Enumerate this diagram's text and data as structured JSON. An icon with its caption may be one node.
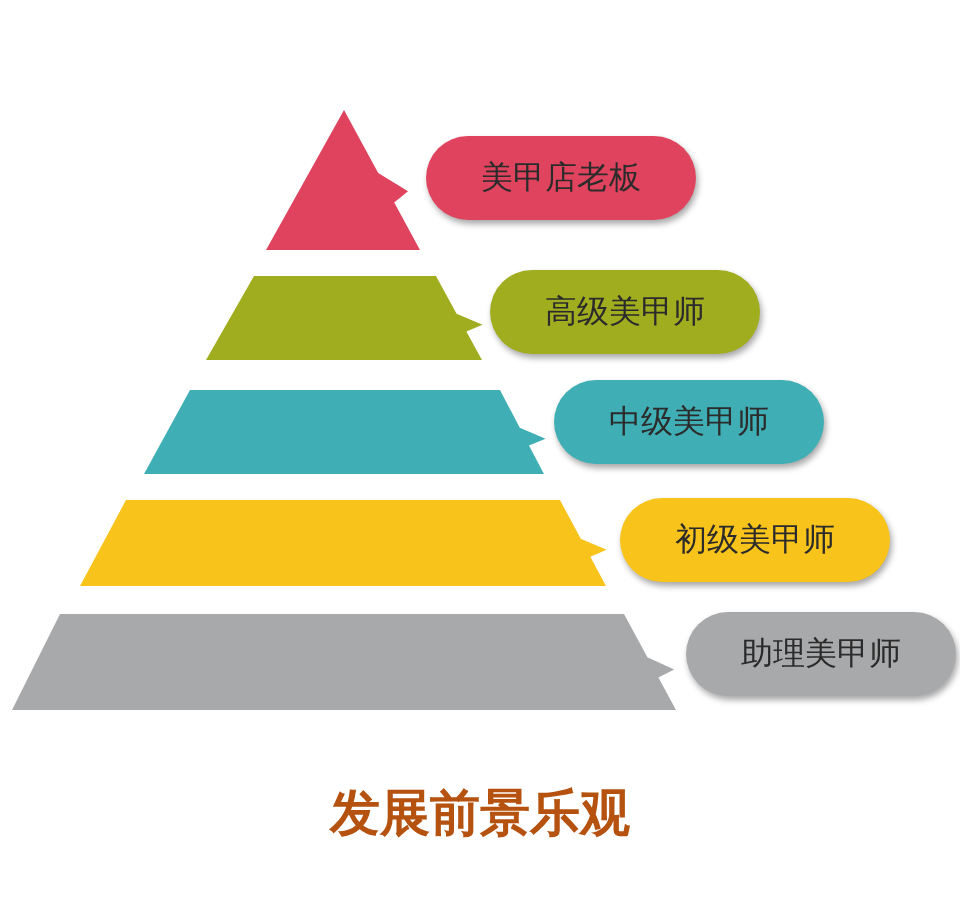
{
  "diagram": {
    "caption": "发展前景乐观",
    "nodes": [
      {
        "text": [],
        "shape": "triangle"
      },
      {
        "text": [],
        "shape": "trapezoid"
      },
      {
        "text": [],
        "shape": "trapezoid"
      },
      {
        "text": [],
        "shape": "trapezoid"
      },
      {
        "text": [],
        "shape": "trapezoid"
      },
      {
        "text": [
          "美甲店老板"
        ]
      },
      {
        "text": [
          "高级美甲师"
        ]
      },
      {
        "text": [
          "中级美甲师"
        ]
      },
      {
        "text": [
          "初级美甲师"
        ]
      },
      {
        "text": [
          "助理美甲师"
        ]
      }
    ]
  }
}
